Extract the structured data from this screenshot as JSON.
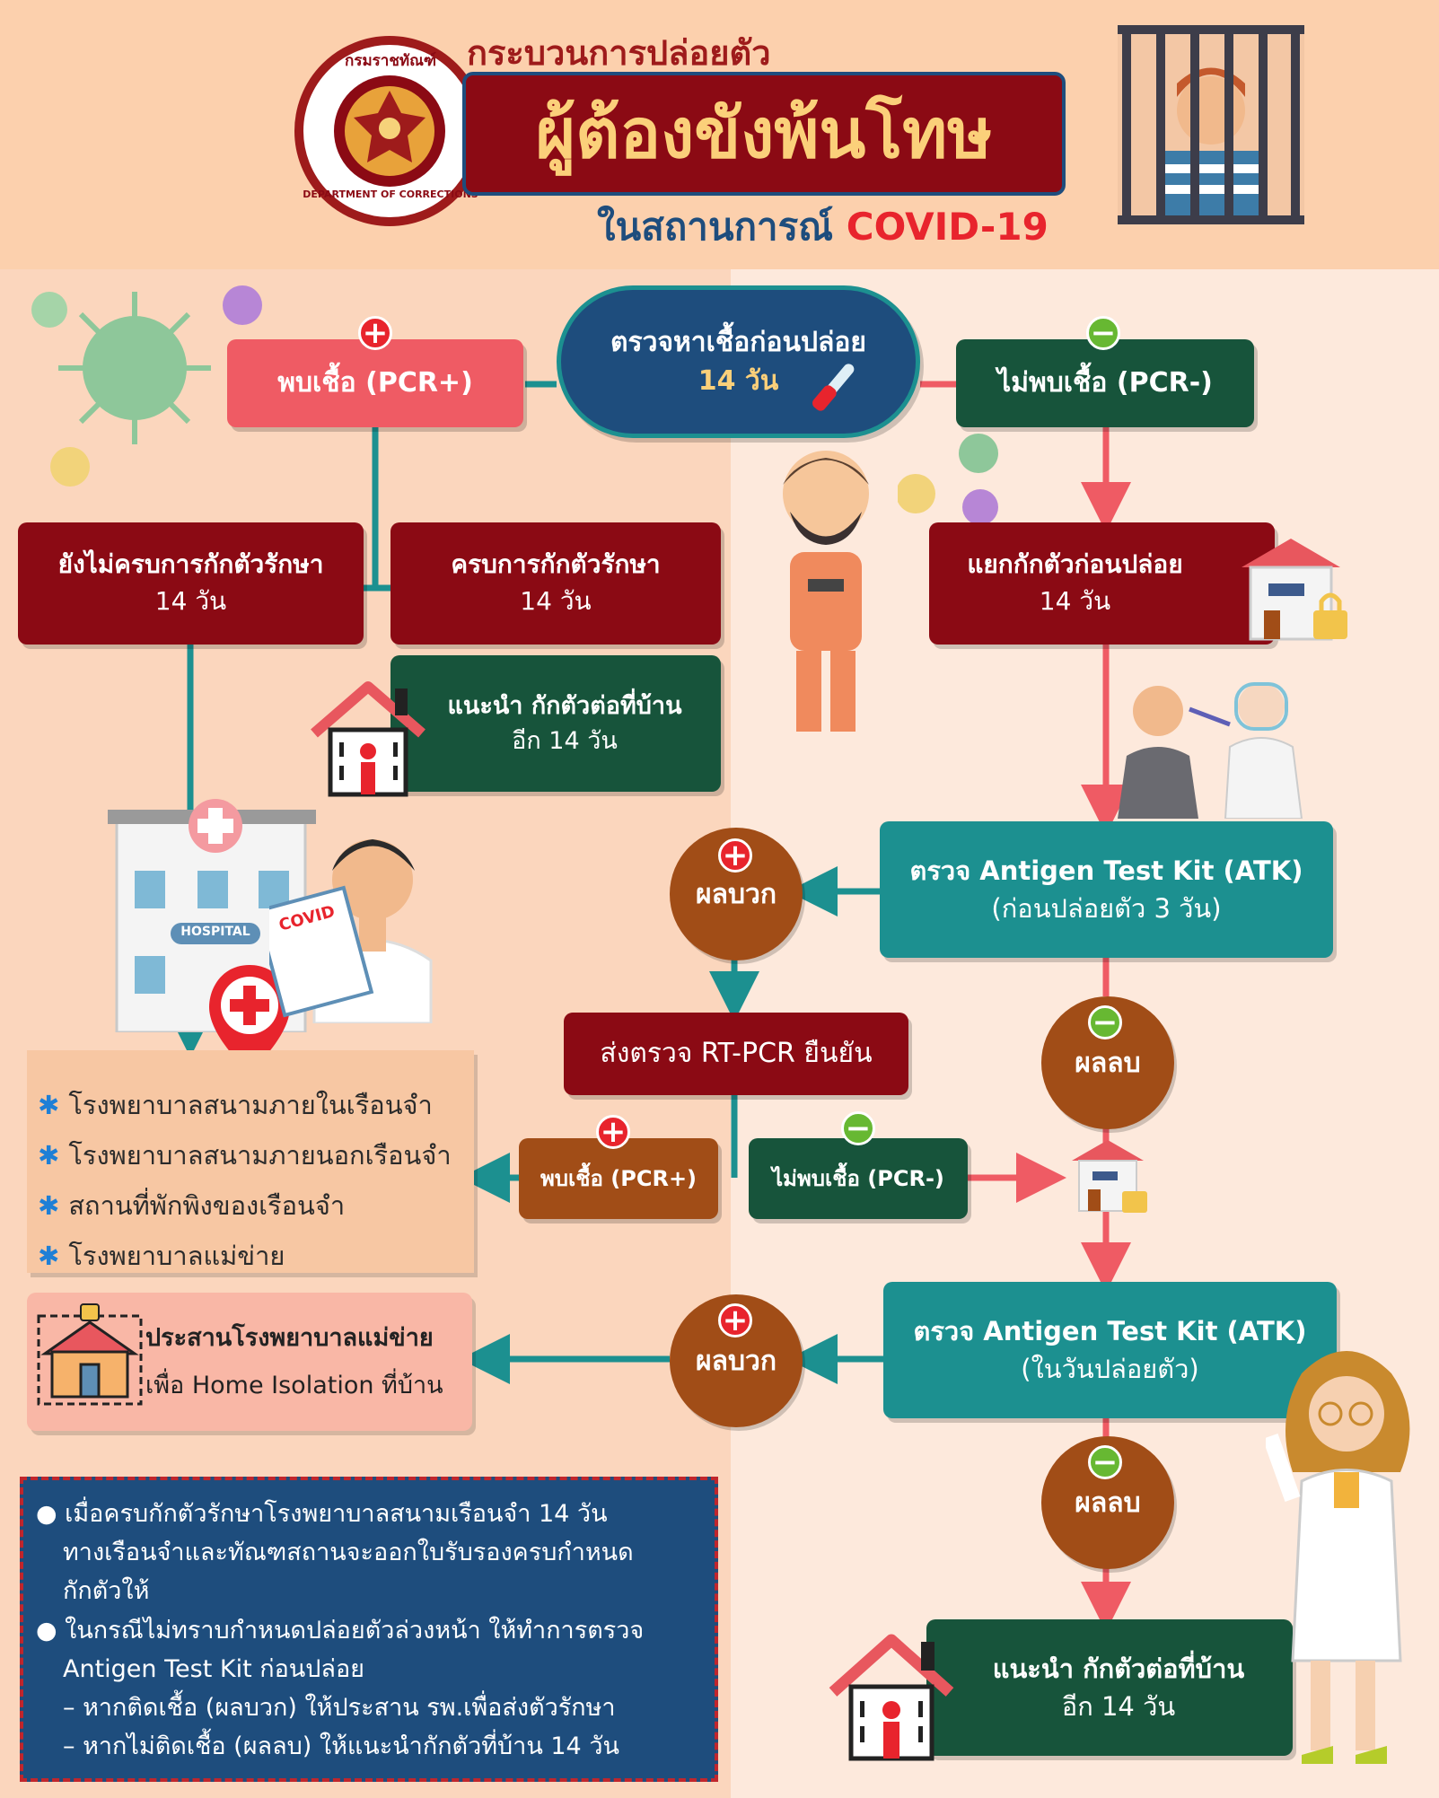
{
  "header": {
    "subtitle_top": "กระบวนการปล่อยตัว",
    "title": "ผู้ต้องขังพ้นโทษ",
    "situation_prefix": "ในสถานการณ์",
    "situation_covid": "COVID-19",
    "logo_text_top": "กรมราชทัณฑ์",
    "logo_text_bottom": "DEPARTMENT OF CORRECTIONS"
  },
  "top_node": {
    "line1": "ตรวจหาเชื้อก่อนปล่อย",
    "line2": "14 วัน"
  },
  "left": {
    "pcr_positive": "พบเชื้อ (PCR+)",
    "not_complete_line1": "ยังไม่ครบการกักตัวรักษา",
    "not_complete_line2": "14 วัน",
    "complete_line1": "ครบการกักตัวรักษา",
    "complete_line2": "14 วัน",
    "home_quarantine_line1": "แนะนำ กักตัวต่อที่บ้าน",
    "home_quarantine_line2": "อีก 14 วัน",
    "hospital_sign": "HOSPITAL",
    "clipboard_label": "COVID",
    "facilities": [
      "โรงพยาบาลสนามภายในเรือนจำ",
      "โรงพยาบาลสนามภายนอกเรือนจำ",
      "สถานที่พักพิงของเรือนจำ",
      "โรงพยาบาลแม่ข่าย"
    ],
    "coordinate_line1": "ประสานโรงพยาบาลแม่ข่าย",
    "coordinate_line2": "เพื่อ Home Isolation ที่บ้าน"
  },
  "right": {
    "pcr_negative": "ไม่พบเชื้อ (PCR-)",
    "isolate_line1": "แยกกักตัวก่อนปล่อย",
    "isolate_line2": "14 วัน",
    "atk1_line1": "ตรวจ Antigen Test Kit (ATK)",
    "atk1_line2": "(ก่อนปล่อยตัว 3 วัน)",
    "positive1": "ผลบวก",
    "negative1": "ผลลบ",
    "rtpcr": "ส่งตรวจ RT-PCR ยืนยัน",
    "rt_positive": "พบเชื้อ (PCR+)",
    "rt_negative": "ไม่พบเชื้อ (PCR-)",
    "atk2_line1": "ตรวจ Antigen Test Kit (ATK)",
    "atk2_line2": "(ในวันปล่อยตัว)",
    "positive2": "ผลบวก",
    "negative2": "ผลลบ",
    "final_line1": "แนะนำ กักตัวต่อที่บ้าน",
    "final_line2": "อีก 14 วัน"
  },
  "notes": [
    "เมื่อครบกักตัวรักษาโรงพยาบาลสนามเรือนจำ 14 วัน",
    "ทางเรือนจำและทัณฑสถานจะออกใบรับรองครบกำหนด",
    "กักตัวให้",
    "ในกรณีไม่ทราบกำหนดปล่อยตัวล่วงหน้า ให้ทำการตรวจ",
    "Antigen Test Kit ก่อนปล่อย",
    "– หากติดเชื้อ (ผลบวก) ให้ประสาน รพ.เพื่อส่งตัวรักษา",
    "– หากไม่ติดเชื้อ (ผลลบ) ให้แนะนำกักตัวที่บ้าน 14 วัน"
  ],
  "badges": {
    "plus": "+",
    "minus": "−"
  },
  "colors": {
    "maroon": "#8b0a14",
    "red": "#ef5b64",
    "green": "#17543b",
    "teal": "#1c9090",
    "brown": "#a14d17",
    "navy": "#1e4d7d",
    "covid_red": "#e8242d"
  }
}
